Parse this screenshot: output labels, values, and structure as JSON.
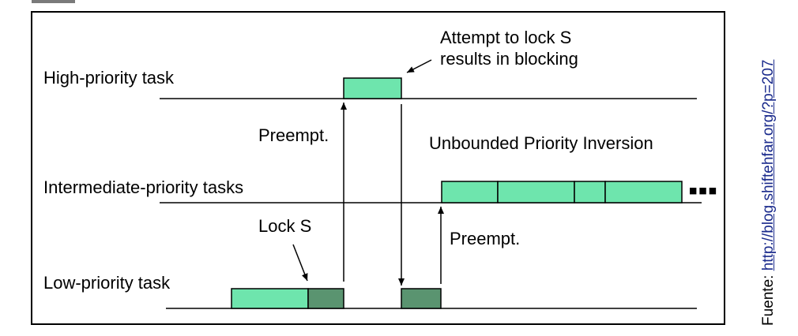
{
  "diagram": {
    "lanes": {
      "high": "High-priority task",
      "intermediate": "Intermediate-priority tasks",
      "low": "Low-priority task"
    },
    "annotations": {
      "attempt_line1": "Attempt to lock S",
      "attempt_line2": "results in blocking",
      "preempt_top": "Preempt.",
      "unbounded": "Unbounded Priority Inversion",
      "lock_s": "Lock S",
      "preempt_bottom": "Preempt.",
      "ellipsis": "■■■"
    },
    "colors": {
      "task_light": "#6ee5ad",
      "task_dark": "#5a9470",
      "stroke": "#000000"
    }
  },
  "source": {
    "prefix": "Fuente: ",
    "link": "http://blog.shiftehfar.org/?p=207"
  }
}
